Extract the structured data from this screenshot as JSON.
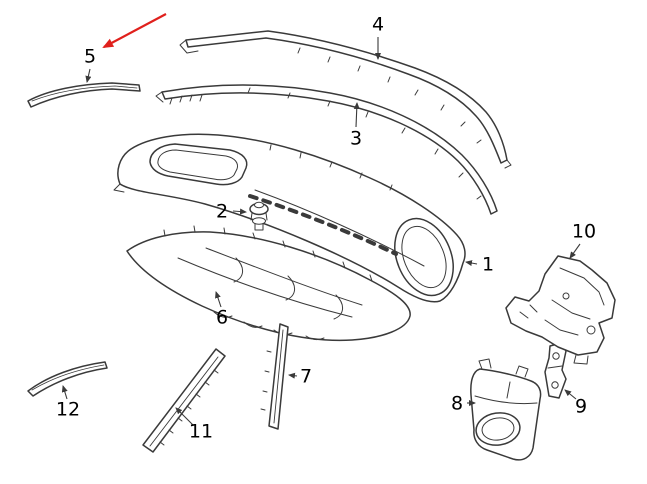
{
  "diagram": {
    "colors": {
      "background": "#ffffff",
      "line": "#3a3a3a",
      "label": "#000000",
      "highlight_arrow": "#e0201c"
    },
    "callouts": [
      {
        "label": "1"
      },
      {
        "label": "2"
      },
      {
        "label": "3"
      },
      {
        "label": "4"
      },
      {
        "label": "5"
      },
      {
        "label": "6"
      },
      {
        "label": "7"
      },
      {
        "label": "8"
      },
      {
        "label": "9"
      },
      {
        "label": "10"
      },
      {
        "label": "11"
      },
      {
        "label": "12"
      }
    ]
  }
}
